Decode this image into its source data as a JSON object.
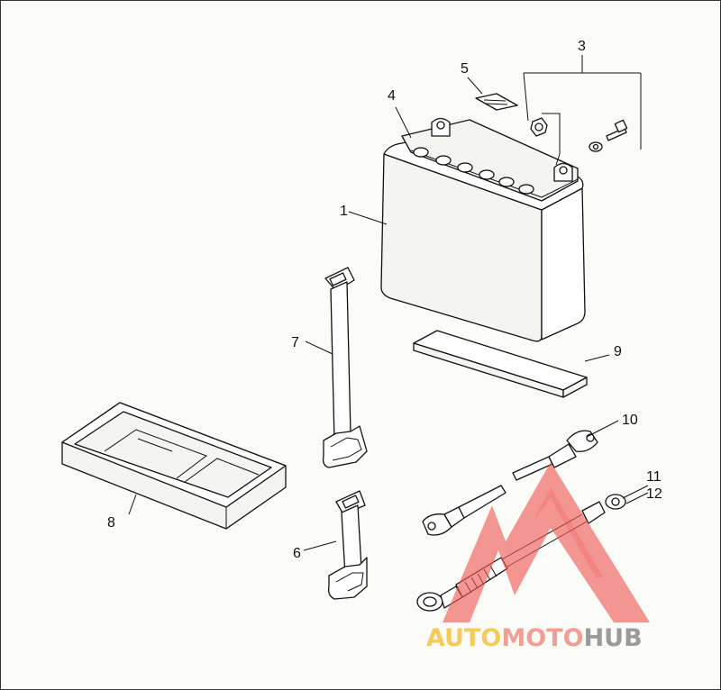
{
  "diagram": {
    "callouts": [
      {
        "id": "c1",
        "text": "1"
      },
      {
        "id": "c3",
        "text": "3"
      },
      {
        "id": "c4",
        "text": "4"
      },
      {
        "id": "c5",
        "text": "5"
      },
      {
        "id": "c6",
        "text": "6"
      },
      {
        "id": "c7",
        "text": "7"
      },
      {
        "id": "c8",
        "text": "8"
      },
      {
        "id": "c9",
        "text": "9"
      },
      {
        "id": "c10",
        "text": "10"
      },
      {
        "id": "c11",
        "text": "11"
      },
      {
        "id": "c12",
        "text": "12"
      }
    ]
  },
  "watermark": {
    "part_auto": "AUTO",
    "part_moto": "MOTO",
    "part_hub": "HUB",
    "colors": {
      "auto": "#f4c242",
      "moto": "#f08e84",
      "hub": "#8a8a8a",
      "triangle": "#ef5b57"
    }
  }
}
